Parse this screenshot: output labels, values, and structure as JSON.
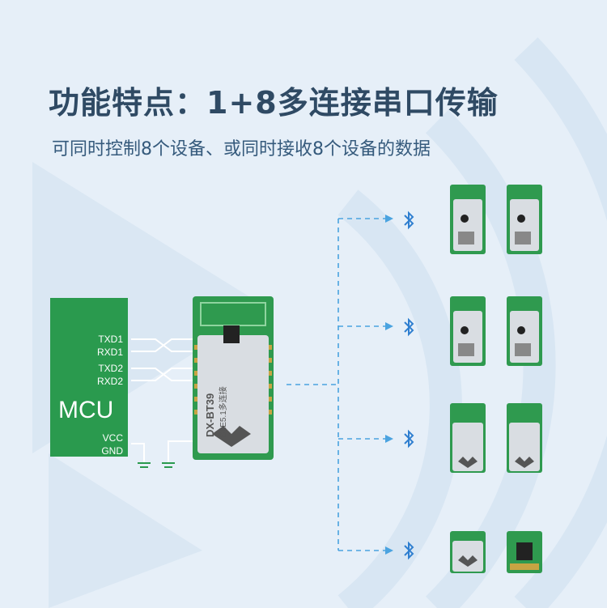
{
  "header": {
    "title": "功能特点：1+8多连接串口传输",
    "subtitle": "可同时控制8个设备、或同时接收8个设备的数据"
  },
  "mcu": {
    "label": "MCU",
    "pins": {
      "txd1": "TXD1",
      "rxd1": "RXD1",
      "txd2": "TXD2",
      "rxd2": "RXD2",
      "vcc": "VCC",
      "gnd": "GND"
    }
  },
  "main_module": {
    "model": "DX-BT39",
    "spec": "BLE5.1",
    "brand": "多连接"
  },
  "colors": {
    "accent": "#2a9a4e",
    "dash": "#4aa3e0",
    "text": "#2f4a64"
  },
  "icons": [
    "bluetooth-icon",
    "ground-icon"
  ]
}
